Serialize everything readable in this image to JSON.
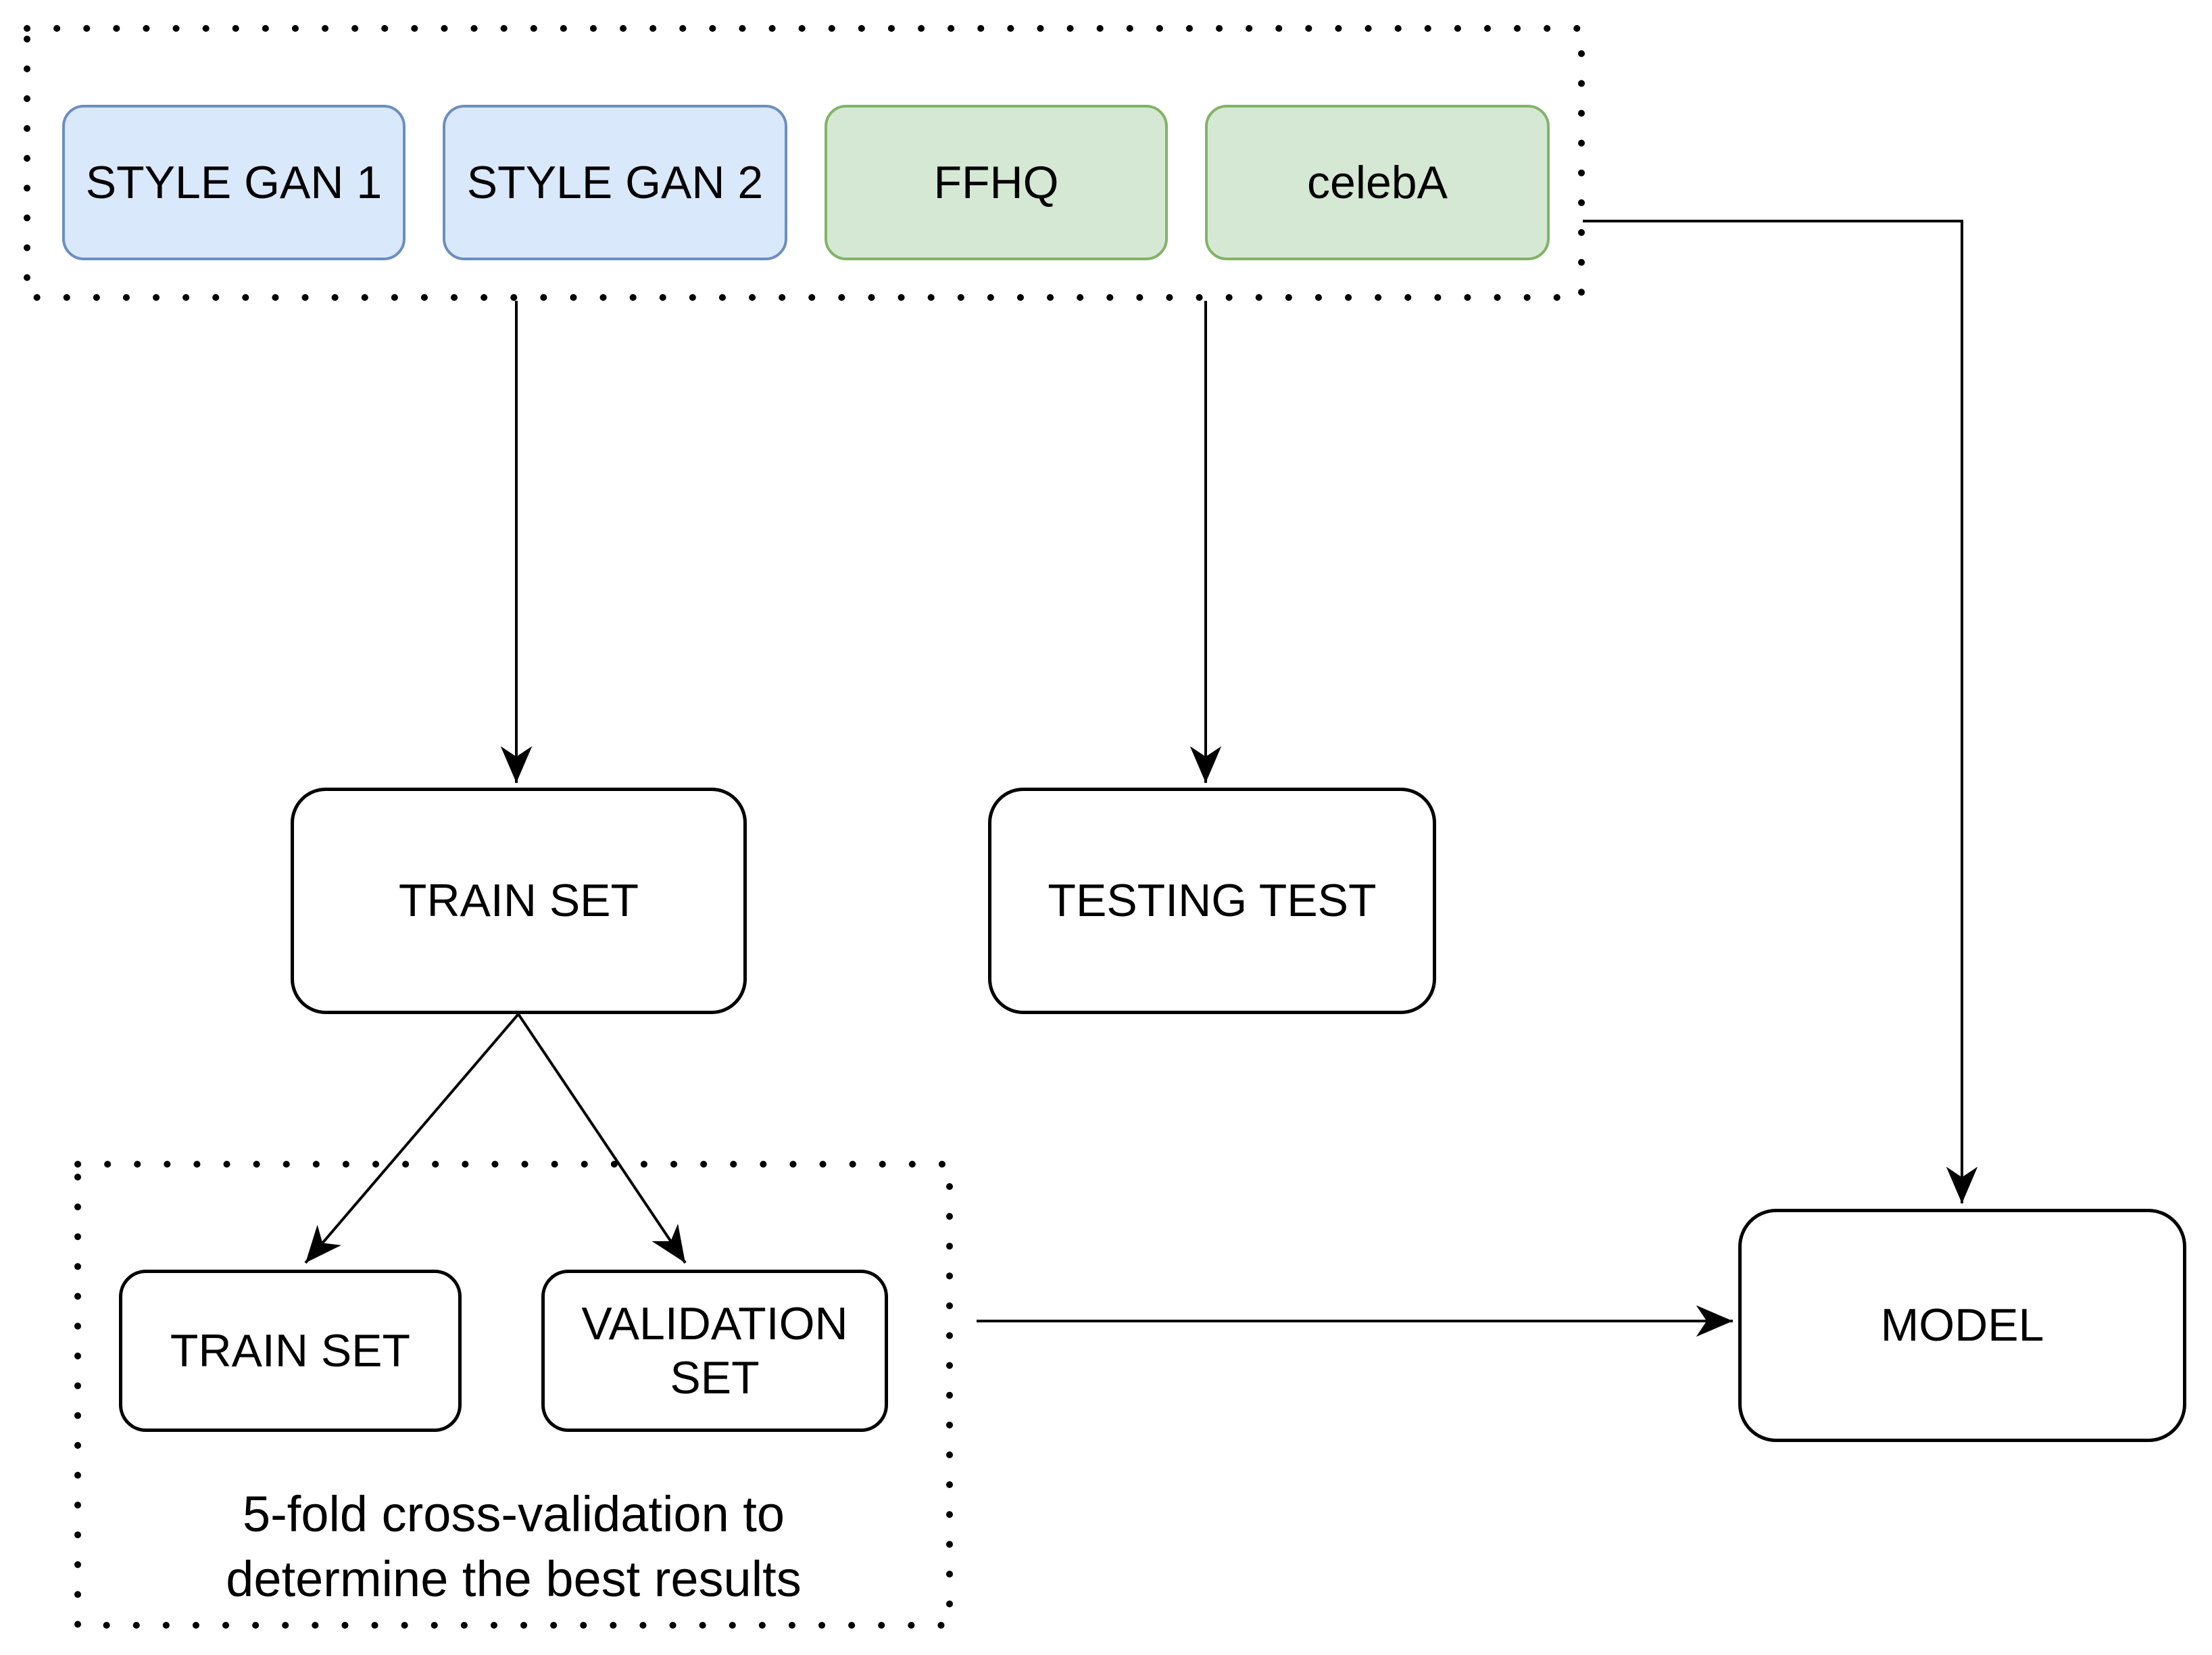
{
  "diagram": {
    "datasets": [
      {
        "label": "STYLE GAN 1",
        "kind": "synthetic"
      },
      {
        "label": "STYLE GAN 2",
        "kind": "synthetic"
      },
      {
        "label": "FFHQ",
        "kind": "real"
      },
      {
        "label": "celebA",
        "kind": "real"
      }
    ],
    "nodes": {
      "train_set": {
        "label": "TRAIN SET"
      },
      "testing_test": {
        "label": "TESTING TEST"
      },
      "train_subset": {
        "label": "TRAIN SET"
      },
      "validation_set": {
        "label": "VALIDATION SET"
      },
      "model": {
        "label": "MODEL"
      }
    },
    "caption": {
      "line1": "5-fold cross-validation to",
      "line2": "determine the best results"
    },
    "colors": {
      "synthetic_fill": "#dae8fc",
      "synthetic_border": "#6c8ebf",
      "real_fill": "#d5e8d4",
      "real_border": "#82b366",
      "node_fill": "#ffffff",
      "line": "#000000"
    }
  }
}
